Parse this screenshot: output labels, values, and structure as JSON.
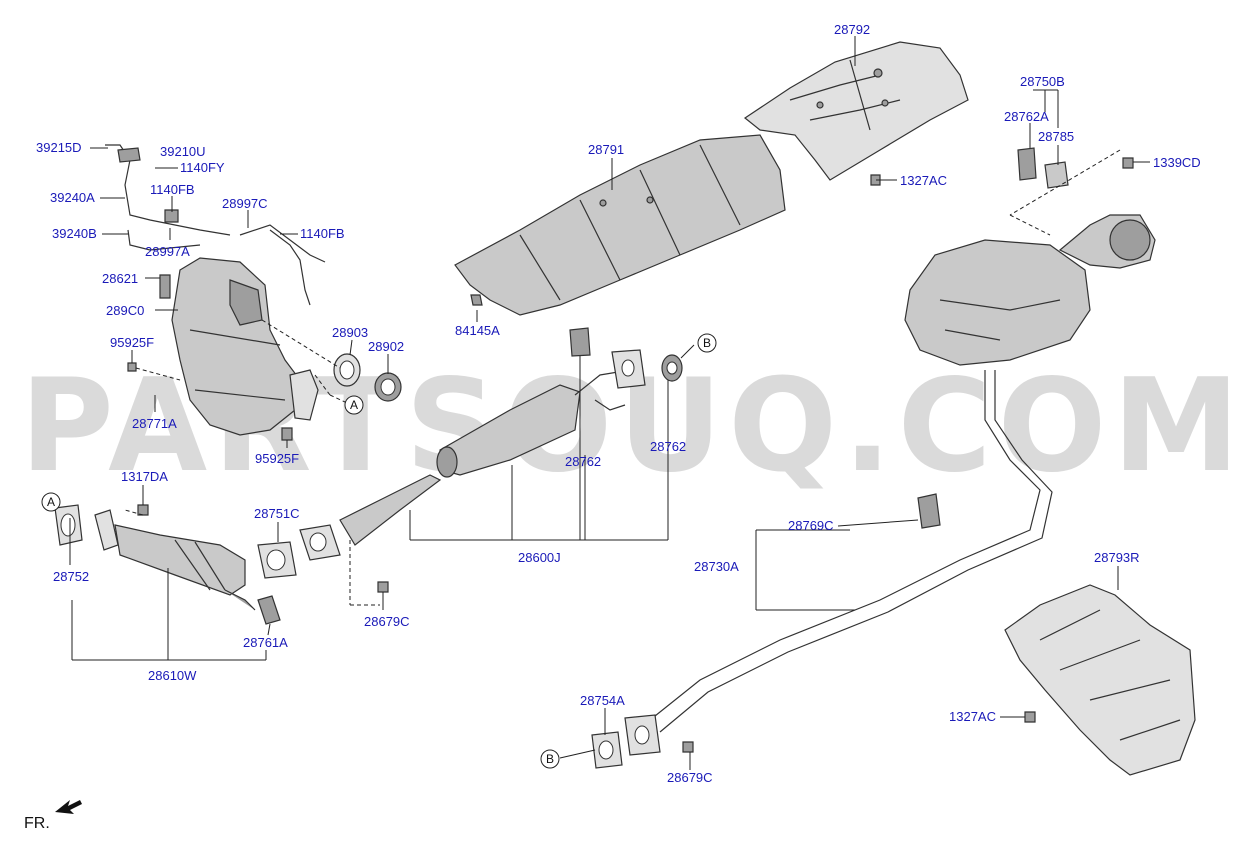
{
  "watermark": "PARTSOUQ.COM",
  "orientation_label": "FR.",
  "callouts": {
    "a_top": "A",
    "a_left": "A",
    "b_top": "B",
    "b_bottom": "B"
  },
  "labels": {
    "p28792": "28792",
    "p28791": "28791",
    "p1327AC_top": "1327AC",
    "p84145A": "84145A",
    "p28750B": "28750B",
    "p28762A": "28762A",
    "p28785": "28785",
    "p1339CD": "1339CD",
    "p39215D": "39215D",
    "p39210U": "39210U",
    "p1140FY": "1140FY",
    "p39240A": "39240A",
    "p1140FB_a": "1140FB",
    "p28997C": "28997C",
    "p39240B": "39240B",
    "p28997A": "28997A",
    "p1140FB_b": "1140FB",
    "p28621": "28621",
    "p289C0": "289C0",
    "p28903": "28903",
    "p28902": "28902",
    "p95925F_a": "95925F",
    "p28771A": "28771A",
    "p95925F_b": "95925F",
    "p28762_a": "28762",
    "p28762_b": "28762",
    "p1317DA": "1317DA",
    "p28752": "28752",
    "p28751C": "28751C",
    "p28761A": "28761A",
    "p28610W": "28610W",
    "p28679C_a": "28679C",
    "p28600J": "28600J",
    "p28769C": "28769C",
    "p28730A": "28730A",
    "p28793R": "28793R",
    "p28754A": "28754A",
    "p1327AC_bottom": "1327AC",
    "p28679C_b": "28679C"
  }
}
